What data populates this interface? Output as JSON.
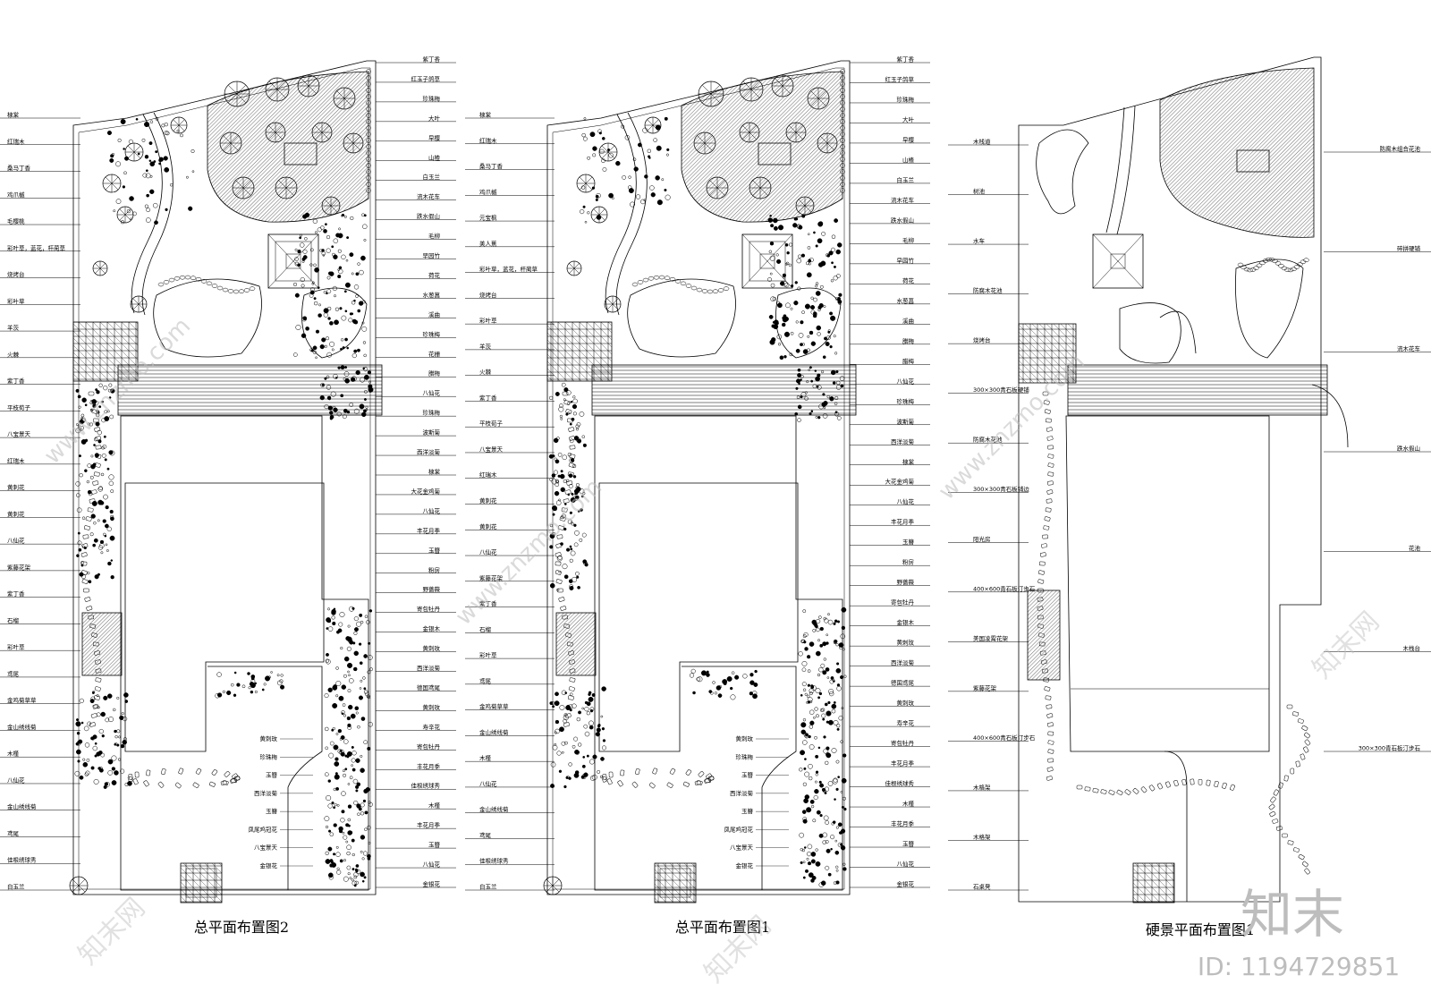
{
  "drawings": [
    {
      "title": "总平面布置图2",
      "left_labels": [
        "棣棠",
        "红瑞木",
        "桑马丁香",
        "鸡爪槭",
        "毛樱桃",
        "彩叶草，蓝花，杆蔺草",
        "烧烤台",
        "彩叶草",
        "羊茨",
        "火棘",
        "紫丁香",
        "平枝荀子",
        "八宝景天",
        "红瑞木",
        "黄刺花",
        "黄刺花",
        "八仙花",
        "紫藤花架",
        "紫丁香",
        "石榴",
        "彩叶草",
        "鸢尾",
        "金鸡菊草草",
        "金山绣线菊",
        "木槿",
        "八仙花",
        "金山绣线菊",
        "鸢尾",
        "佳根绣球秀",
        "白玉兰"
      ],
      "right_labels": [
        "紫丁香",
        "红玉子鸽草",
        "珍珠梅",
        "大叶",
        "早樱",
        "山楂",
        "白玉兰",
        "流木花车",
        "跌水假山",
        "毛柳",
        "早园竹",
        "荷花",
        "水葱菖",
        "溪曲",
        "珍珠梅",
        "花栅",
        "腊梅",
        "八仙花",
        "珍珠梅",
        "波斯菊",
        "西洋淡菊",
        "棣棠",
        "大花金鸡菊",
        "八仙花",
        "丰花月季",
        "玉簪",
        "粉房",
        "野蔷薇",
        "寄包牡丹",
        "金银木",
        "黄刺玫",
        "西洋淡菊",
        "德国鸢尾",
        "黄刺玫",
        "寿辛花",
        "寄包牡丹",
        "丰花月季",
        "佳根绣球秀",
        "木槿",
        "丰花月季",
        "玉簪",
        "八仙花",
        "金银花"
      ],
      "inner_labels": [
        "黄刺玫",
        "珍珠梅",
        "玉簪",
        "西洋淡菊",
        "玉簪",
        "凤尾鸡冠花",
        "八宝景天",
        "金银花"
      ]
    },
    {
      "title": "总平面布置图1",
      "left_labels": [
        "棣棠",
        "红瑞木",
        "桑马丁香",
        "鸡爪槭",
        "元宝枫",
        "美人蕉",
        "彩叶草，蓝花，杆蔺草",
        "烧烤台",
        "彩叶草",
        "羊茨",
        "火棘",
        "紫丁香",
        "平枝荀子",
        "八宝景天",
        "红瑞木",
        "黄刺花",
        "黄刺花",
        "八仙花",
        "紫藤花架",
        "紫丁香",
        "石榴",
        "彩叶草",
        "鸢尾",
        "金鸡菊草草",
        "金山绣线菊",
        "木槿",
        "八仙花",
        "金山绣线菊",
        "鸢尾",
        "佳根绣球秀",
        "白玉兰"
      ],
      "right_labels": [
        "紫丁香",
        "红玉子鸽草",
        "珍珠梅",
        "大叶",
        "早樱",
        "山楂",
        "白玉兰",
        "流木花车",
        "跌水假山",
        "毛柳",
        "早园竹",
        "荷花",
        "水葱菖",
        "溪曲",
        "腊梅",
        "腊梅",
        "八仙花",
        "珍珠梅",
        "波斯菊",
        "西洋淡菊",
        "棣棠",
        "大花金鸡菊",
        "八仙花",
        "丰花月季",
        "玉簪",
        "粉房",
        "野蔷薇",
        "寄包牡丹",
        "金银木",
        "黄刺玫",
        "西洋淡菊",
        "德国鸢尾",
        "黄刺玫",
        "寿辛花",
        "寄包牡丹",
        "丰花月季",
        "佳根绣球秀",
        "木槿",
        "丰花月季",
        "玉簪",
        "八仙花",
        "金银花"
      ],
      "inner_labels": [
        "黄刺玫",
        "珍珠梅",
        "玉簪",
        "西洋淡菊",
        "玉簪",
        "凤尾鸡冠花",
        "八宝景天",
        "金银花"
      ]
    },
    {
      "title": "硬景平面布置图1",
      "left_labels": [
        "木栈道",
        "树池",
        "水车",
        "防腐木花池",
        "烧烤台",
        "300×300青石板硬铺",
        "防腐木花池",
        "300×300青石板铺边",
        "阳光房",
        "400×600青石板汀步石",
        "美国凌霄花架",
        "紫藤花架",
        "400×600青石板汀步石",
        "木格架",
        "木格架",
        "石桌凳"
      ],
      "right_labels": [
        "防腐木组合花池",
        "碎拼硬铺",
        "流木花车",
        "跌水假山",
        "花池",
        "木栈台",
        "300×300青石板汀步石"
      ]
    }
  ],
  "watermark": {
    "logo_text": "知末",
    "id_text": "ID: 1194729851",
    "url_text": "www.znzmo.com",
    "brand_text": "知末网"
  }
}
